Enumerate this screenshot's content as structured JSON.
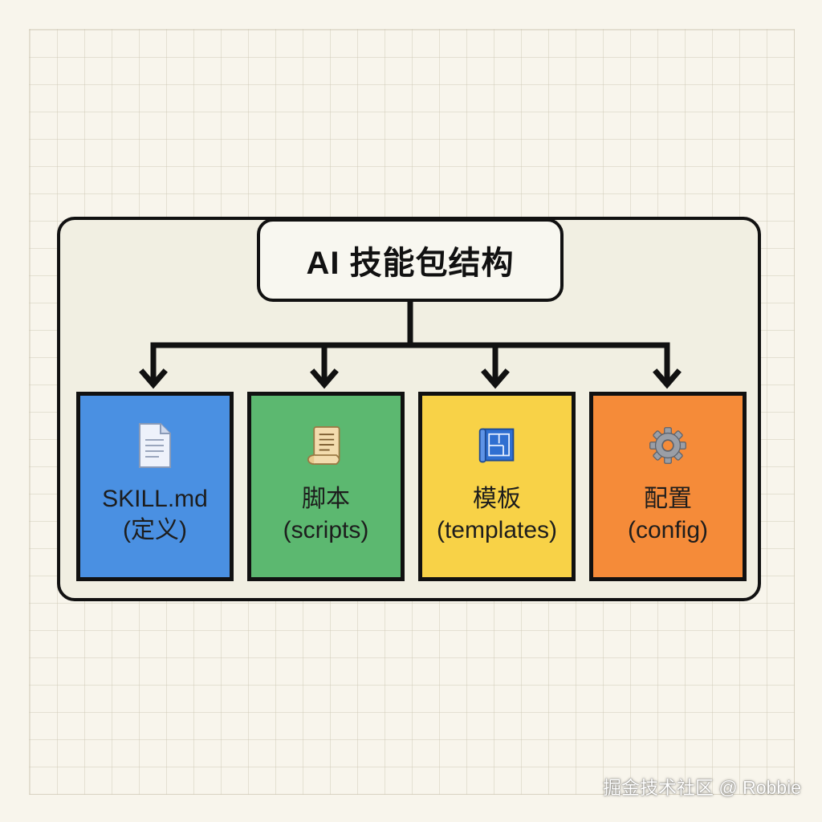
{
  "title": "AI 技能包结构",
  "cards": [
    {
      "label": "SKILL.md",
      "sub": "(定义)",
      "icon": "document-icon",
      "color": "#4a90e2"
    },
    {
      "label": "脚本",
      "sub": "(scripts)",
      "icon": "scroll-icon",
      "color": "#5cb870"
    },
    {
      "label": "模板",
      "sub": "(templates)",
      "icon": "blueprint-icon",
      "color": "#f8d247"
    },
    {
      "label": "配置",
      "sub": "(config)",
      "icon": "gear-icon",
      "color": "#f58b39"
    }
  ],
  "watermark": "掘金技术社区 @ Robbie"
}
